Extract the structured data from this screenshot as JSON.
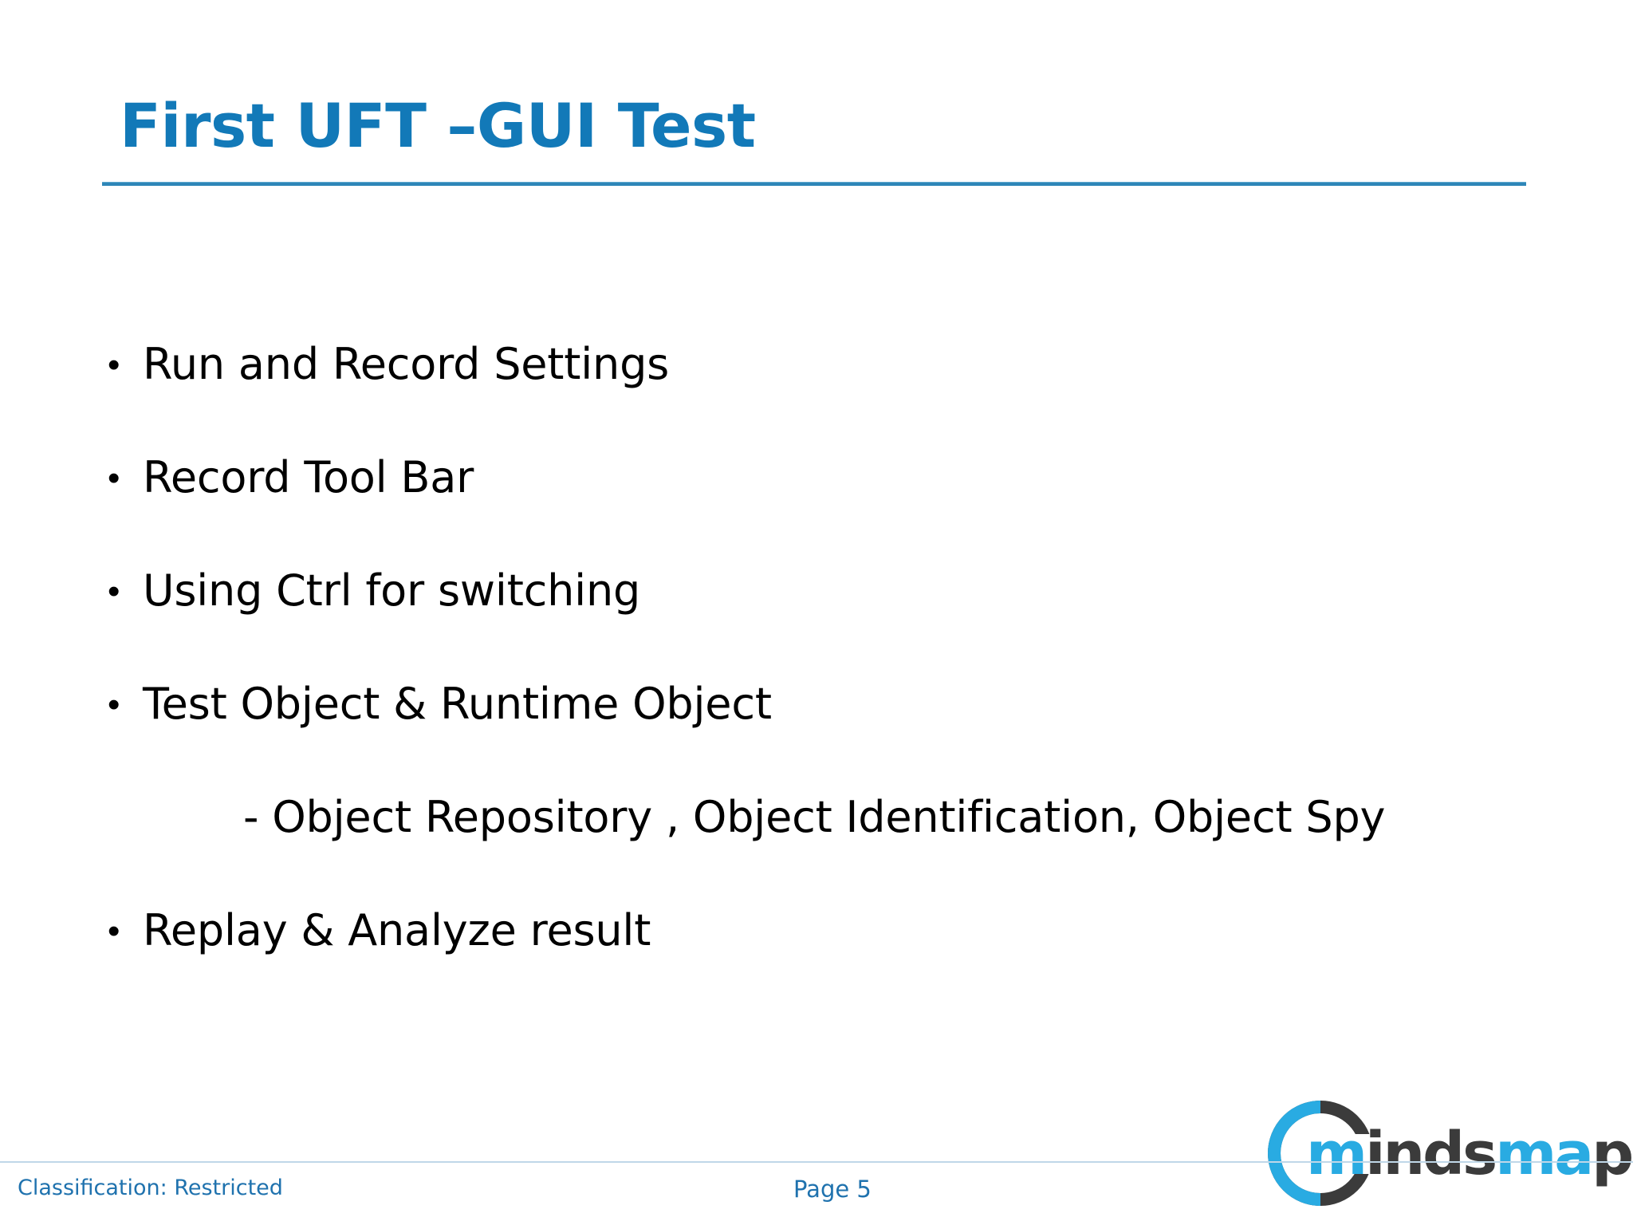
{
  "slide": {
    "title": "First UFT –GUI Test",
    "accent_color": "#1279B8",
    "rule_color": "#2E86B8",
    "background": "#ffffff"
  },
  "bullets": [
    {
      "marker": "•",
      "text": "Run and Record Settings"
    },
    {
      "marker": "•",
      "text": "Record Tool Bar"
    },
    {
      "marker": "•",
      "text": "Using Ctrl for switching"
    },
    {
      "marker": "•",
      "text": "Test Object & Runtime Object"
    }
  ],
  "sub_item": {
    "text": "- Object Repository , Object Identification, Object Spy"
  },
  "final_bullet": {
    "marker": "•",
    "text": "Replay & Analyze result"
  },
  "footer": {
    "classification": "Classification:  Restricted",
    "page": "Page 5",
    "text_color": "#1F72AE"
  },
  "logo": {
    "name": "mindsmapped",
    "text_part_1": "m",
    "text_part_2": "inds",
    "text_part_3": "m",
    "text_part_4": "a",
    "text_part_5": "pped",
    "blue": "#29ABE2",
    "dark": "#3B3B3B"
  }
}
